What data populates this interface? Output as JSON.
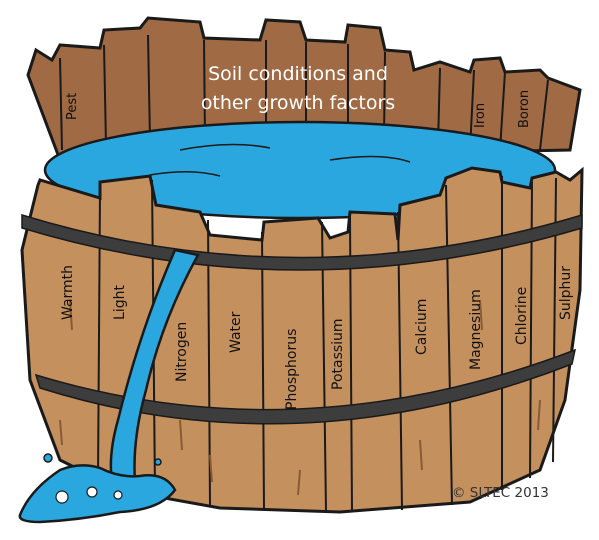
{
  "title_lines": [
    "Soil conditions and",
    "other growth factors"
  ],
  "copyright": "© SLTEC 2013",
  "inner_staves": [
    "Pest",
    "Iron",
    "Boron"
  ],
  "front_staves": [
    "Warmth",
    "Light",
    "Nitrogen",
    "Water",
    "Phosphorus",
    "Potassium",
    "Calcium",
    "Magnesium",
    "Chlorine",
    "Sulphur"
  ],
  "colors": {
    "wood": "#c4905e",
    "wood_dark": "#8a5a36",
    "interior": "#a06a44",
    "water": "#2ba7e0",
    "outline": "#1a1a1a",
    "band": "#3d3d3d"
  }
}
